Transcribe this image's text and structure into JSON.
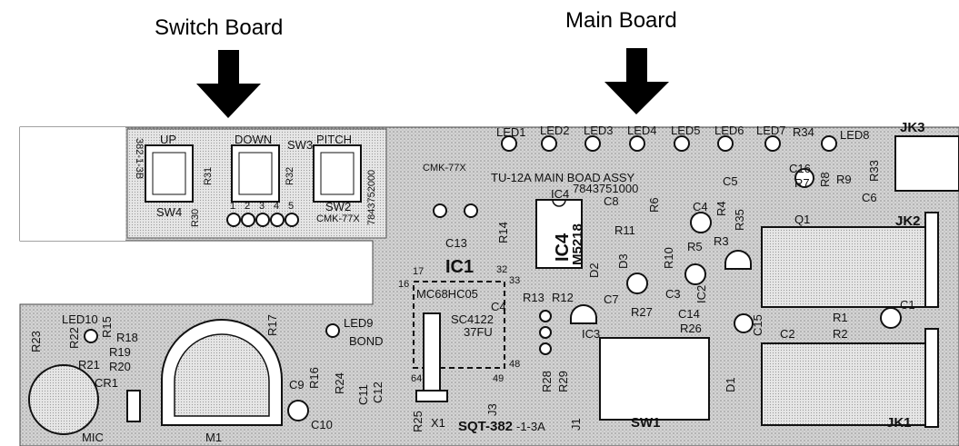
{
  "headings": {
    "switch_board": "Switch Board",
    "main_board": "Main Board"
  },
  "switch_board": {
    "buttons": [
      "UP",
      "DOWN",
      "PITCH"
    ],
    "switch_labels": [
      "SW4",
      "SW3",
      "SW2"
    ],
    "resistors": [
      "R31",
      "R32",
      "R30"
    ],
    "part_number": "7843752000",
    "side_code": "382-1-3B",
    "cmk": "CMK-77X",
    "pads": [
      "1",
      "2",
      "3",
      "4",
      "5"
    ]
  },
  "main_board": {
    "cmk": "CMK-77X",
    "assy_title": "TU-12A MAIN BOAD ASSY",
    "assy_number": "7843751000",
    "leds": [
      "LED1",
      "LED2",
      "LED3",
      "LED4",
      "LED5",
      "LED6",
      "LED7",
      "LED8",
      "LED9",
      "LED10"
    ],
    "jacks": [
      "JK3",
      "JK2",
      "JK1"
    ],
    "ic1": {
      "ref": "IC1",
      "part": "MC68HC05",
      "part2": "SC4122",
      "part3": "37FU"
    },
    "ic4": {
      "ref": "IC4",
      "part": "M5218"
    },
    "ic3": "IC3",
    "ic2": "IC2",
    "pins": [
      "17",
      "32",
      "33",
      "16",
      "64",
      "49",
      "48"
    ],
    "components": [
      "C13",
      "C8",
      "C5",
      "C6",
      "C4",
      "C3",
      "C7",
      "C14",
      "C2",
      "C15",
      "C1",
      "C16",
      "C9",
      "C10",
      "C11",
      "C12",
      "C4",
      "R14",
      "R11",
      "R6",
      "R4",
      "R35",
      "R10",
      "R5",
      "R3",
      "R13",
      "R12",
      "R27",
      "R26",
      "R1",
      "R2",
      "R7",
      "R8",
      "R9",
      "R33",
      "R34",
      "R28",
      "R29",
      "R24",
      "R16",
      "R17",
      "R15",
      "R18",
      "R19",
      "R20",
      "R21",
      "R22",
      "R23",
      "R25",
      "D1",
      "D2",
      "D3",
      "Q1",
      "SW1",
      "X1",
      "CR1",
      "J1",
      "J3",
      "BOND",
      "MIC",
      "M1"
    ],
    "sw1_label": "SW1",
    "sqt": "SQT-382",
    "sqt_suffix": "-1-3A",
    "mic": "MIC",
    "m1": "M1"
  }
}
